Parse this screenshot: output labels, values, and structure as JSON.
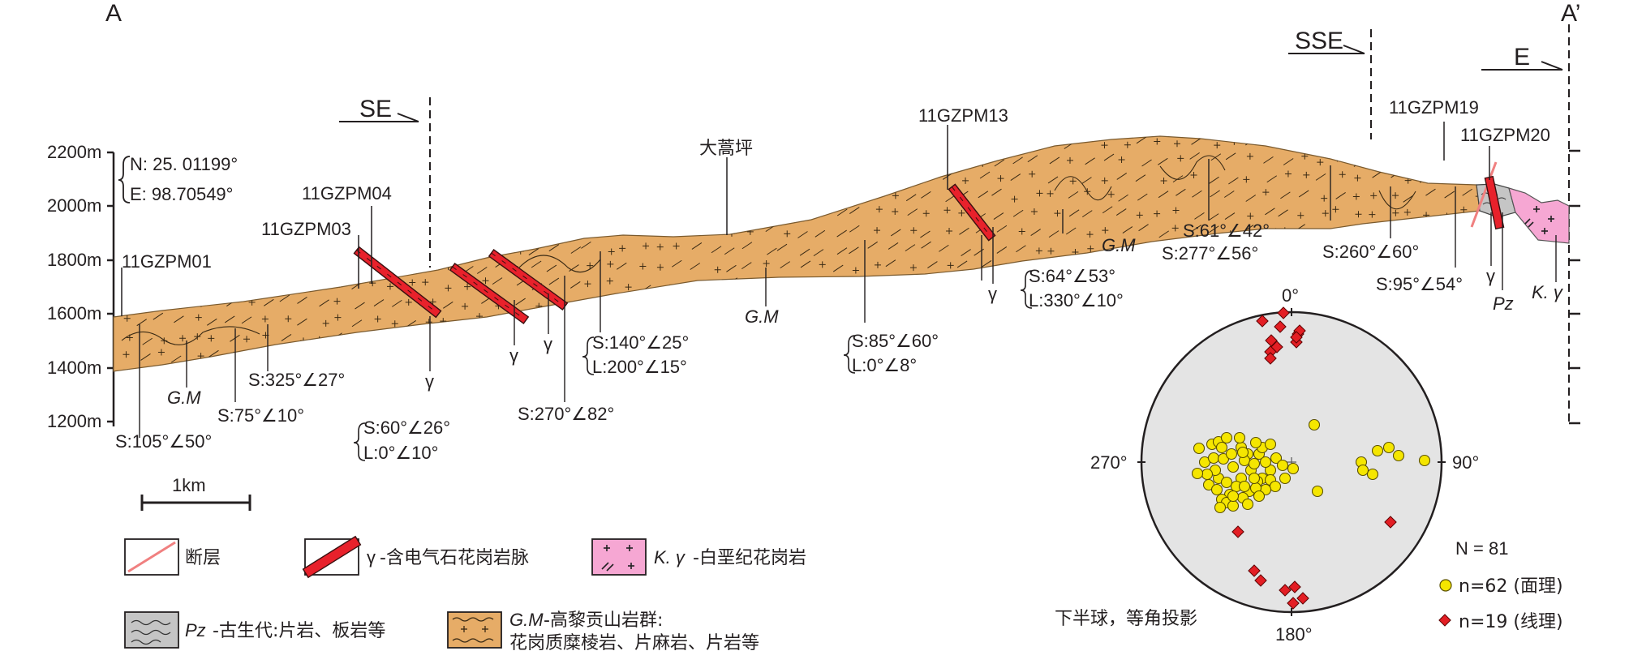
{
  "section": {
    "left_end": "A",
    "right_end": "A’",
    "elevations": [
      "2200m",
      "2000m",
      "1800m",
      "1600m",
      "1400m",
      "1200m"
    ],
    "coordinates": [
      "N: 25. 01199°",
      "E: 98.70549°"
    ],
    "place_name": "大蒿坪",
    "directions": [
      "SE",
      "SSE",
      "E"
    ],
    "sample_sites": [
      "11GZPM01",
      "11GZPM03",
      "11GZPM04",
      "11GZPM13",
      "11GZPM19",
      "11GZPM20"
    ],
    "unit_labels": {
      "gm": "G.M",
      "gamma": "γ",
      "pz": "Pz",
      "kgamma": "K. γ"
    },
    "structural_measurements": [
      {
        "id": "m01",
        "lines": [
          "S:105°∠50°"
        ]
      },
      {
        "id": "m02",
        "lines": [
          "S:75°∠10°"
        ]
      },
      {
        "id": "m03",
        "lines": [
          "S:325°∠27°"
        ]
      },
      {
        "id": "m04",
        "lines": [
          "S:60°∠26°",
          "L:0°∠10°"
        ]
      },
      {
        "id": "m05",
        "lines": [
          "S:270°∠82°"
        ]
      },
      {
        "id": "m06",
        "lines": [
          "S:140°∠25°",
          "L:200°∠15°"
        ]
      },
      {
        "id": "m07",
        "lines": [
          "S:85°∠60°",
          "L:0°∠8°"
        ]
      },
      {
        "id": "m08",
        "lines": [
          "S:64°∠53°",
          "L:330°∠10°"
        ]
      },
      {
        "id": "m09",
        "lines": [
          "S:61°∠42°"
        ]
      },
      {
        "id": "m10",
        "lines": [
          "S:277°∠56°"
        ]
      },
      {
        "id": "m11",
        "lines": [
          "S:260°∠60°"
        ]
      },
      {
        "id": "m12",
        "lines": [
          "S:95°∠54°"
        ]
      }
    ],
    "scale_bar": "1km"
  },
  "stereonet": {
    "north_label": "0°",
    "east_label": "90°",
    "south_label": "180°",
    "west_label": "270°",
    "projection_label": "下半球，等角投影",
    "total_label": "N = 81",
    "foliation_label": "n=62 (面理)",
    "lineation_label": "n=19 (线理)",
    "foliation_color": "#f5e600",
    "lineation_color": "#e31e24",
    "net_color": "#e4e4e4"
  },
  "legend": [
    {
      "id": "fault",
      "prefix": "",
      "text": "断层"
    },
    {
      "id": "vein",
      "prefix": "γ",
      "text": "-含电气石花岗岩脉"
    },
    {
      "id": "kgamma",
      "prefix": "K. γ",
      "text": "-白垩纪花岗岩"
    },
    {
      "id": "pz",
      "prefix": "Pz",
      "text": "-古生代:片岩、板岩等"
    },
    {
      "id": "gm",
      "prefix": "G.M",
      "text": "-高黎贡山岩群:",
      "text2": "花岗质糜棱岩、片麻岩、片岩等"
    }
  ],
  "colors": {
    "gm_fill": "#e6ac67",
    "vein_red": "#e8212b",
    "kgamma_pink": "#f6a7d3",
    "pz_gray": "#c5c5c5",
    "fault_line": "#f08080"
  }
}
